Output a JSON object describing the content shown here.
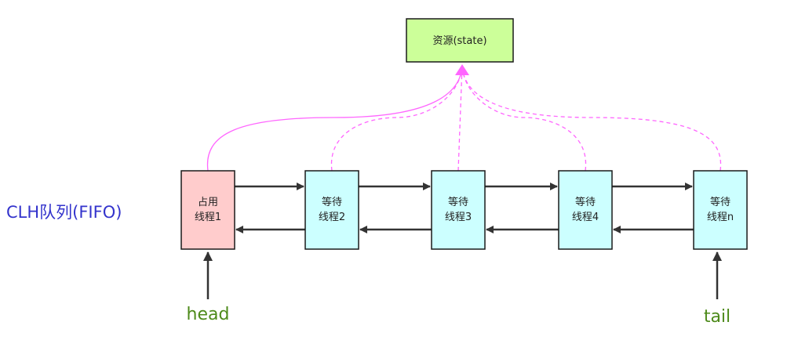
{
  "colors": {
    "resource_fill": "#ccff99",
    "owner_fill": "#ffcccc",
    "waiter_fill": "#ccffff",
    "node_stroke": "#1a1a1a",
    "link_arrow": "#333333",
    "state_link": "#ff66ff",
    "queue_label": "#3333cc",
    "pointer_label": "#4d8a1a"
  },
  "resource": {
    "label": "资源(state)"
  },
  "queue": {
    "label": "CLH队列(FIFO)",
    "nodes": [
      {
        "line1": "占用",
        "line2": "线程1",
        "role": "owner",
        "link": "solid"
      },
      {
        "line1": "等待",
        "line2": "线程2",
        "role": "waiter",
        "link": "dashed"
      },
      {
        "line1": "等待",
        "line2": "线程3",
        "role": "waiter",
        "link": "dashed"
      },
      {
        "line1": "等待",
        "line2": "线程4",
        "role": "waiter",
        "link": "dashed"
      },
      {
        "line1": "等待",
        "line2": "线程n",
        "role": "waiter",
        "link": "dashed"
      }
    ]
  },
  "pointers": {
    "head": "head",
    "tail": "tail"
  }
}
